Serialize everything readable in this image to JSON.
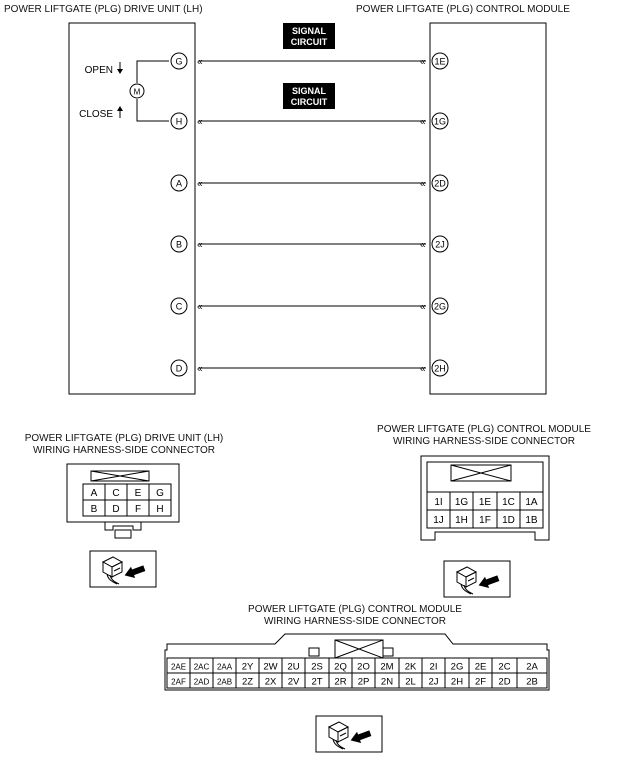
{
  "wiring": {
    "drive_unit_title": "POWER LIFTGATE (PLG) DRIVE UNIT (LH)",
    "control_module_title": "POWER LIFTGATE (PLG) CONTROL MODULE",
    "signal_labels": [
      [
        "SIGNAL",
        "CIRCUIT"
      ],
      [
        "SIGNAL",
        "CIRCUIT"
      ]
    ],
    "open_label": "OPEN",
    "close_label": "CLOSE",
    "motor_label": "M",
    "connections": [
      {
        "left": "G",
        "right": "1E"
      },
      {
        "left": "H",
        "right": "1G"
      },
      {
        "left": "A",
        "right": "2D"
      },
      {
        "left": "B",
        "right": "2J"
      },
      {
        "left": "C",
        "right": "2G"
      },
      {
        "left": "D",
        "right": "2H"
      }
    ]
  },
  "drive_connector": {
    "title_line1": "POWER LIFTGATE (PLG) DRIVE UNIT (LH)",
    "title_line2": "WIRING HARNESS-SIDE CONNECTOR",
    "rows": [
      [
        "A",
        "C",
        "E",
        "G"
      ],
      [
        "B",
        "D",
        "F",
        "H"
      ]
    ]
  },
  "module_connector_1": {
    "title_line1": "POWER LIFTGATE (PLG) CONTROL MODULE",
    "title_line2": "WIRING HARNESS-SIDE CONNECTOR",
    "rows": [
      [
        "1I",
        "1G",
        "1E",
        "1C",
        "1A"
      ],
      [
        "1J",
        "1H",
        "1F",
        "1D",
        "1B"
      ]
    ]
  },
  "module_connector_2": {
    "title_line1": "POWER LIFTGATE (PLG) CONTROL MODULE",
    "title_line2": "WIRING HARNESS-SIDE CONNECTOR",
    "rows": [
      [
        "2AE",
        "2AC",
        "2AA",
        "2Y",
        "2W",
        "2U",
        "2S",
        "2Q",
        "2O",
        "2M",
        "2K",
        "2I",
        "2G",
        "2E",
        "2C",
        "2A"
      ],
      [
        "2AF",
        "2AD",
        "2AB",
        "2Z",
        "2X",
        "2V",
        "2T",
        "2R",
        "2P",
        "2N",
        "2L",
        "2J",
        "2H",
        "2F",
        "2D",
        "2B"
      ]
    ]
  }
}
